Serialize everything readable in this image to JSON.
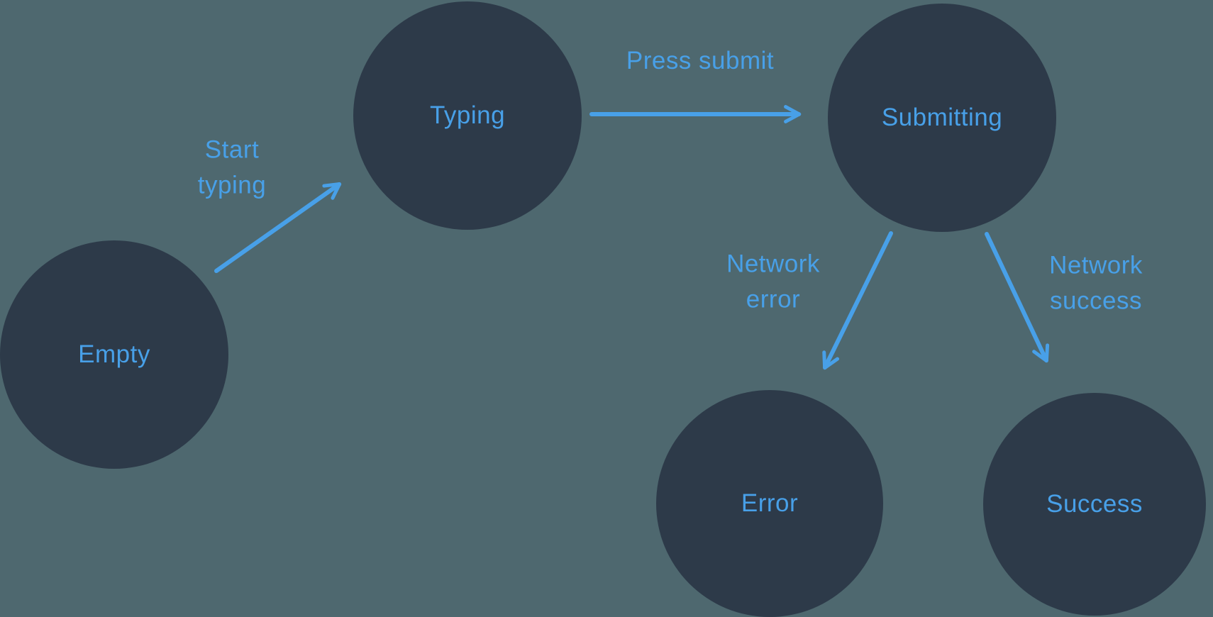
{
  "diagram": {
    "type": "state-machine",
    "nodes": [
      {
        "id": "empty",
        "label": "Empty"
      },
      {
        "id": "typing",
        "label": "Typing"
      },
      {
        "id": "submitting",
        "label": "Submitting"
      },
      {
        "id": "error",
        "label": "Error"
      },
      {
        "id": "success",
        "label": "Success"
      }
    ],
    "edges": [
      {
        "from": "empty",
        "to": "typing",
        "label": "Start\ntyping"
      },
      {
        "from": "typing",
        "to": "submitting",
        "label": "Press submit"
      },
      {
        "from": "submitting",
        "to": "error",
        "label": "Network\nerror"
      },
      {
        "from": "submitting",
        "to": "success",
        "label": "Network\nsuccess"
      }
    ],
    "colors": {
      "background": "#4e686f",
      "node_fill": "#2d3a49",
      "accent": "#48a0e8"
    }
  }
}
